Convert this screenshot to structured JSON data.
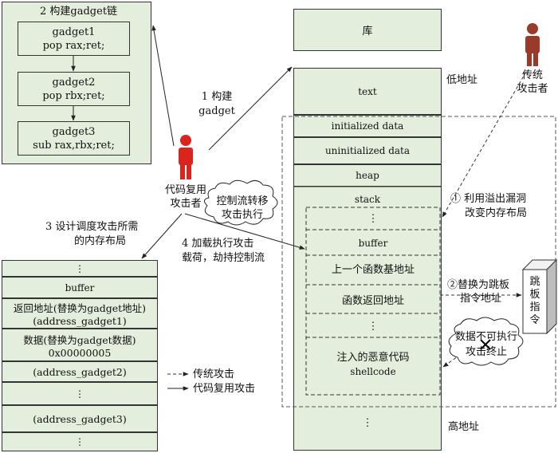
{
  "gadget_panel": {
    "title": "2 构建gadget链",
    "items": [
      {
        "name": "gadget1",
        "code": "pop rax;ret;"
      },
      {
        "name": "gadget2",
        "code": "pop rbx;ret;"
      },
      {
        "name": "gadget3",
        "code": "sub rax,rbx;ret;"
      }
    ]
  },
  "step1": {
    "line1": "1 构建",
    "line2": "gadget"
  },
  "attacker_reuse": {
    "line1": "代码复用",
    "line2": "攻击者"
  },
  "attacker_traditional": {
    "line1": "传统",
    "line2": "攻击者"
  },
  "cloud_control": {
    "line1": "控制流转移",
    "line2": "攻击执行"
  },
  "step3": {
    "line1": "3 设计调度攻击所需",
    "line2": "的内存布局"
  },
  "step4": {
    "line1": "4 加载执行攻击",
    "line2": "载荷，劫持控制流"
  },
  "memory": {
    "library": "库",
    "text": "text",
    "initialized": "initialized data",
    "uninitialized": "uninitialized data",
    "heap": "heap",
    "stack": "stack",
    "dots": "⋮",
    "buffer": "buffer",
    "prev_base": "上一个函数基地址",
    "ret_addr": "函数返回地址",
    "shellcode_line1": "注入的恶意代码",
    "shellcode_line2": "shellcode",
    "low_addr": "低地址",
    "high_addr": "高地址"
  },
  "step_traditional_1": {
    "line1": "① 利用溢出漏洞",
    "line2": "改变内存布局"
  },
  "step_traditional_2": {
    "line1": "②替换为跳板",
    "line2": "指令地址"
  },
  "trampoline": "跳板指令",
  "cloud_dep": {
    "line1": "数据不可执行",
    "line2": "攻击终止"
  },
  "left_stack": {
    "dots": "⋮",
    "buffer": "buffer",
    "ret_line1": "返回地址(替换为gadget地址)",
    "ret_line2": "(address_gadget1)",
    "data_line1": "数据(替换为gadget数据)",
    "data_line2": "0x00000005",
    "gadget2": "(address_gadget2)",
    "gadget3": "(address_gadget3)"
  },
  "legend": {
    "traditional": "传统攻击",
    "reuse": "代码复用攻击"
  },
  "colors": {
    "panel_fill": "#e4eedc",
    "attacker_reuse": "#d9251d",
    "attacker_traditional": "#9b3a2a"
  }
}
